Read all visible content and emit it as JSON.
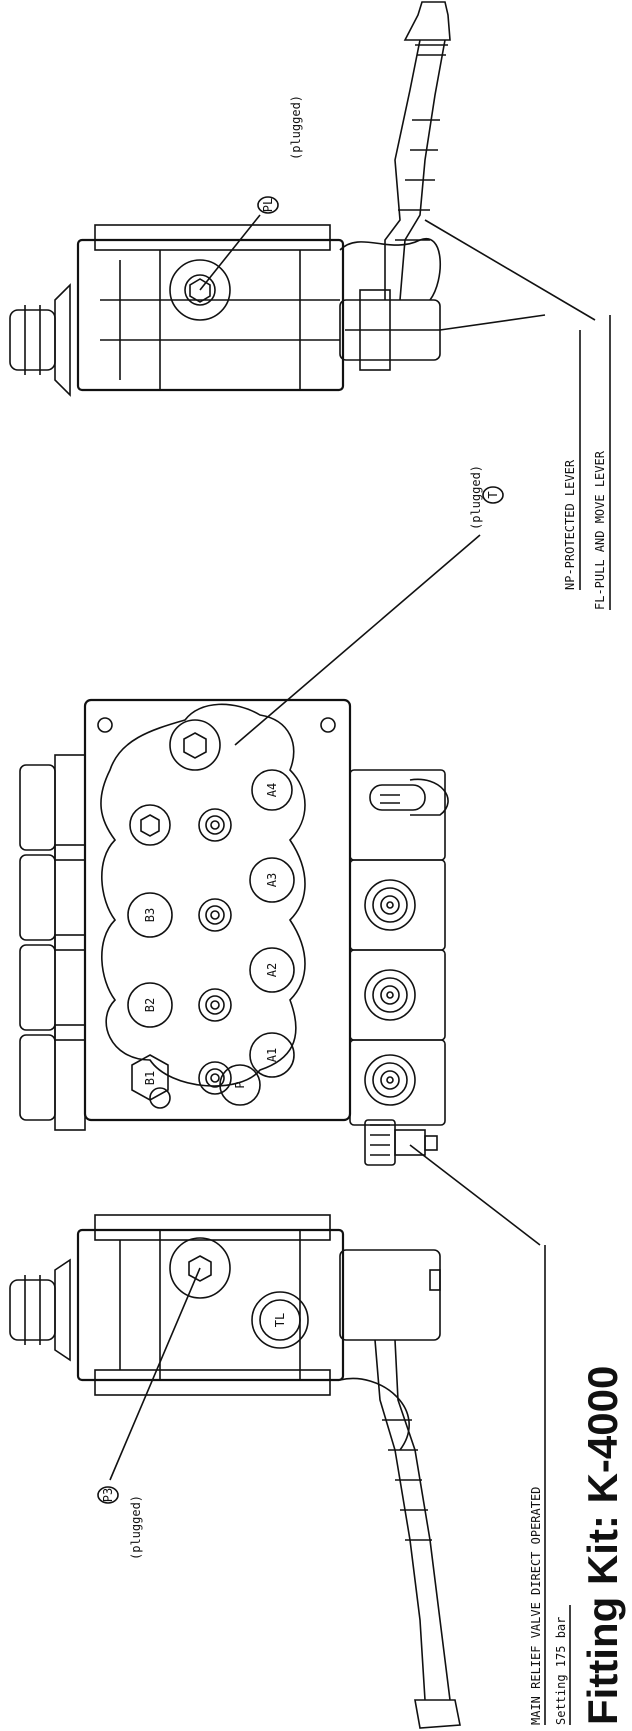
{
  "title": "Fitting Kit: K-4000",
  "labels": {
    "main_relief": "MAIN RELIEF VALVE DIRECT OPERATED",
    "setting": "Setting 175 bar",
    "np_lever": "NP-PROTECTED LEVER",
    "fl_lever": "FL-PULL AND MOVE LEVER"
  },
  "callouts": {
    "p3": {
      "port": "P3",
      "note": "(plugged)"
    },
    "pl": {
      "port": "PL",
      "note": "(plugged)"
    },
    "t": {
      "port": "T",
      "note": "(plugged)"
    }
  },
  "ports": {
    "b1": "B1",
    "b2": "B2",
    "b3": "B3",
    "a1": "A1",
    "a2": "A2",
    "a3": "A3",
    "a4": "A4",
    "p": "P",
    "tl": "TL"
  }
}
